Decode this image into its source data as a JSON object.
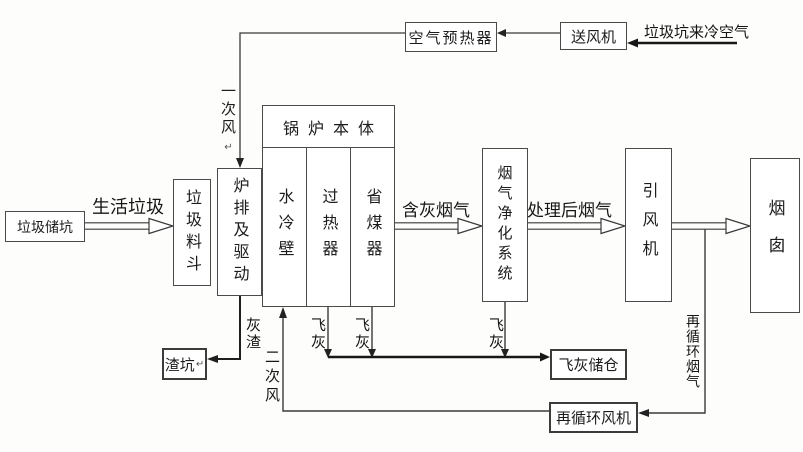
{
  "diagram": {
    "boxes": {
      "waste_pit": "垃圾储坑",
      "hopper": "垃圾料斗",
      "grate": "炉排及驱动",
      "boiler_header": "锅炉本体",
      "water_wall": "水冷壁",
      "superheater": "过热器",
      "economizer": "省煤器",
      "air_preheater": "空气预热器",
      "fd_fan": "送风机",
      "purification": "烟气净化系统",
      "id_fan": "引风机",
      "stack": "烟囱",
      "slag_pit": "渣坑",
      "slag_pit_mark": "↵",
      "flyash_silo": "飞灰储仓",
      "recirc_fan": "再循环风机"
    },
    "flow_labels": {
      "domestic_waste": "生活垃圾",
      "ash_flue_gas": "含灰烟气",
      "treated_flue_gas": "处理后烟气",
      "cold_air": "垃圾坑来冷空气",
      "primary_air": "一次风",
      "primary_air_mark": "↵",
      "secondary_air": "二次风",
      "ash_residue": "灰渣",
      "fly_ash_1": "飞灰",
      "fly_ash_2": "飞灰",
      "fly_ash_3": "飞灰",
      "recirc_flue_gas": "再循环烟气"
    },
    "colors": {
      "line": "#3a3a3a",
      "thick_line": "#171717",
      "box_border": "#4a4a4a",
      "text": "#1c1c1c",
      "spellcheck_red": "#c84a4a",
      "background": "#fdfdfc"
    }
  }
}
